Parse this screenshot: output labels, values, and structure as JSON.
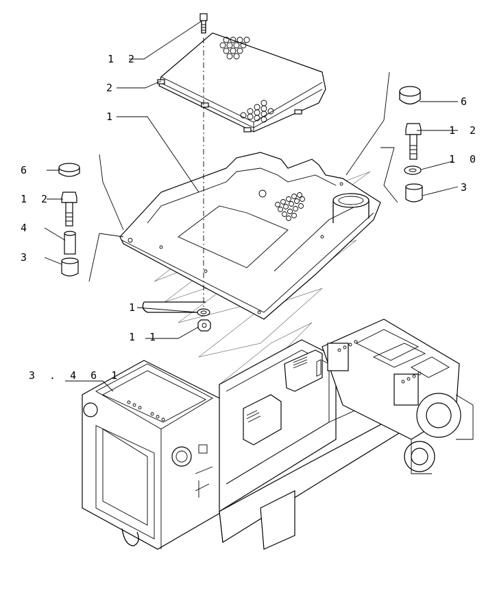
{
  "diagram": {
    "callouts": [
      {
        "id": "cap-bolt-top",
        "label": "1 2"
      },
      {
        "id": "cover-plate",
        "label": "2"
      },
      {
        "id": "floor-plate",
        "label": "1"
      },
      {
        "id": "plug-left",
        "label": "6"
      },
      {
        "id": "bolt-left",
        "label": "1 2"
      },
      {
        "id": "spacer-left",
        "label": "4"
      },
      {
        "id": "bushing-left",
        "label": "3"
      },
      {
        "id": "washer-center",
        "label": "1"
      },
      {
        "id": "nut-center",
        "label": "1 1"
      },
      {
        "id": "frame-ref",
        "label": "3 . 4 6 1"
      },
      {
        "id": "plug-right",
        "label": "6"
      },
      {
        "id": "bolt-right",
        "label": "1 2"
      },
      {
        "id": "washer-right",
        "label": "1 0"
      },
      {
        "id": "bushing-right",
        "label": "3"
      }
    ]
  }
}
